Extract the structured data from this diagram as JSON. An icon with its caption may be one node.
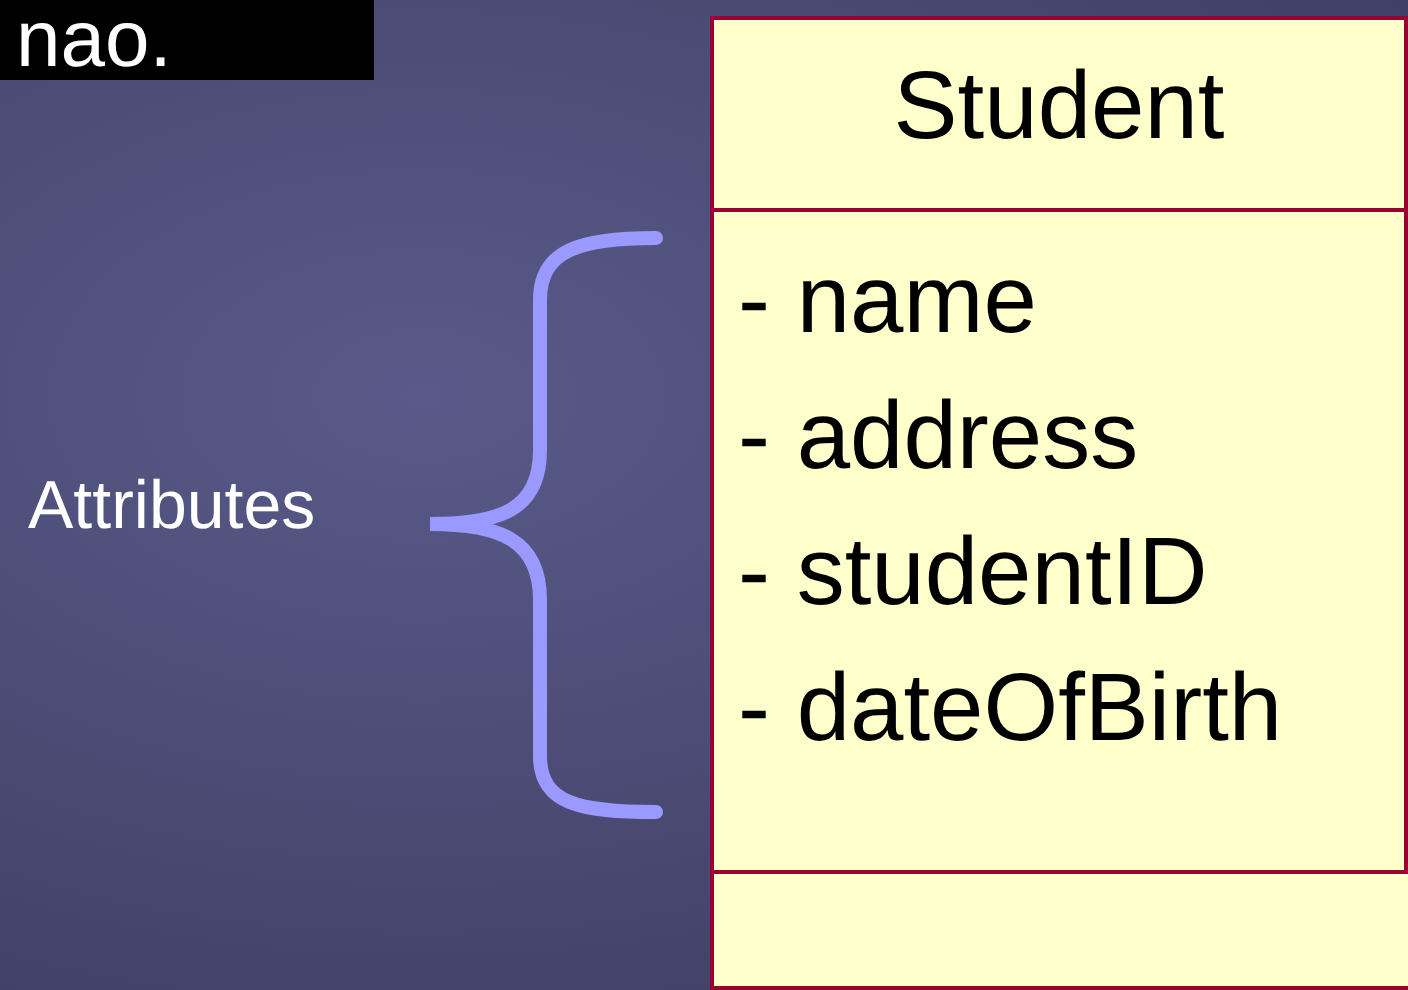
{
  "diagram": {
    "nodes": [
      {
        "text": [
          "Student"
        ]
      },
      {
        "text": [
          "- name",
          "- address",
          "- studentID",
          "- dateOfBirth"
        ],
        "in": 0
      },
      {
        "text": [],
        "shape": "box",
        "in": 0
      }
    ],
    "labels": [
      "nao.",
      "Attributes"
    ]
  }
}
